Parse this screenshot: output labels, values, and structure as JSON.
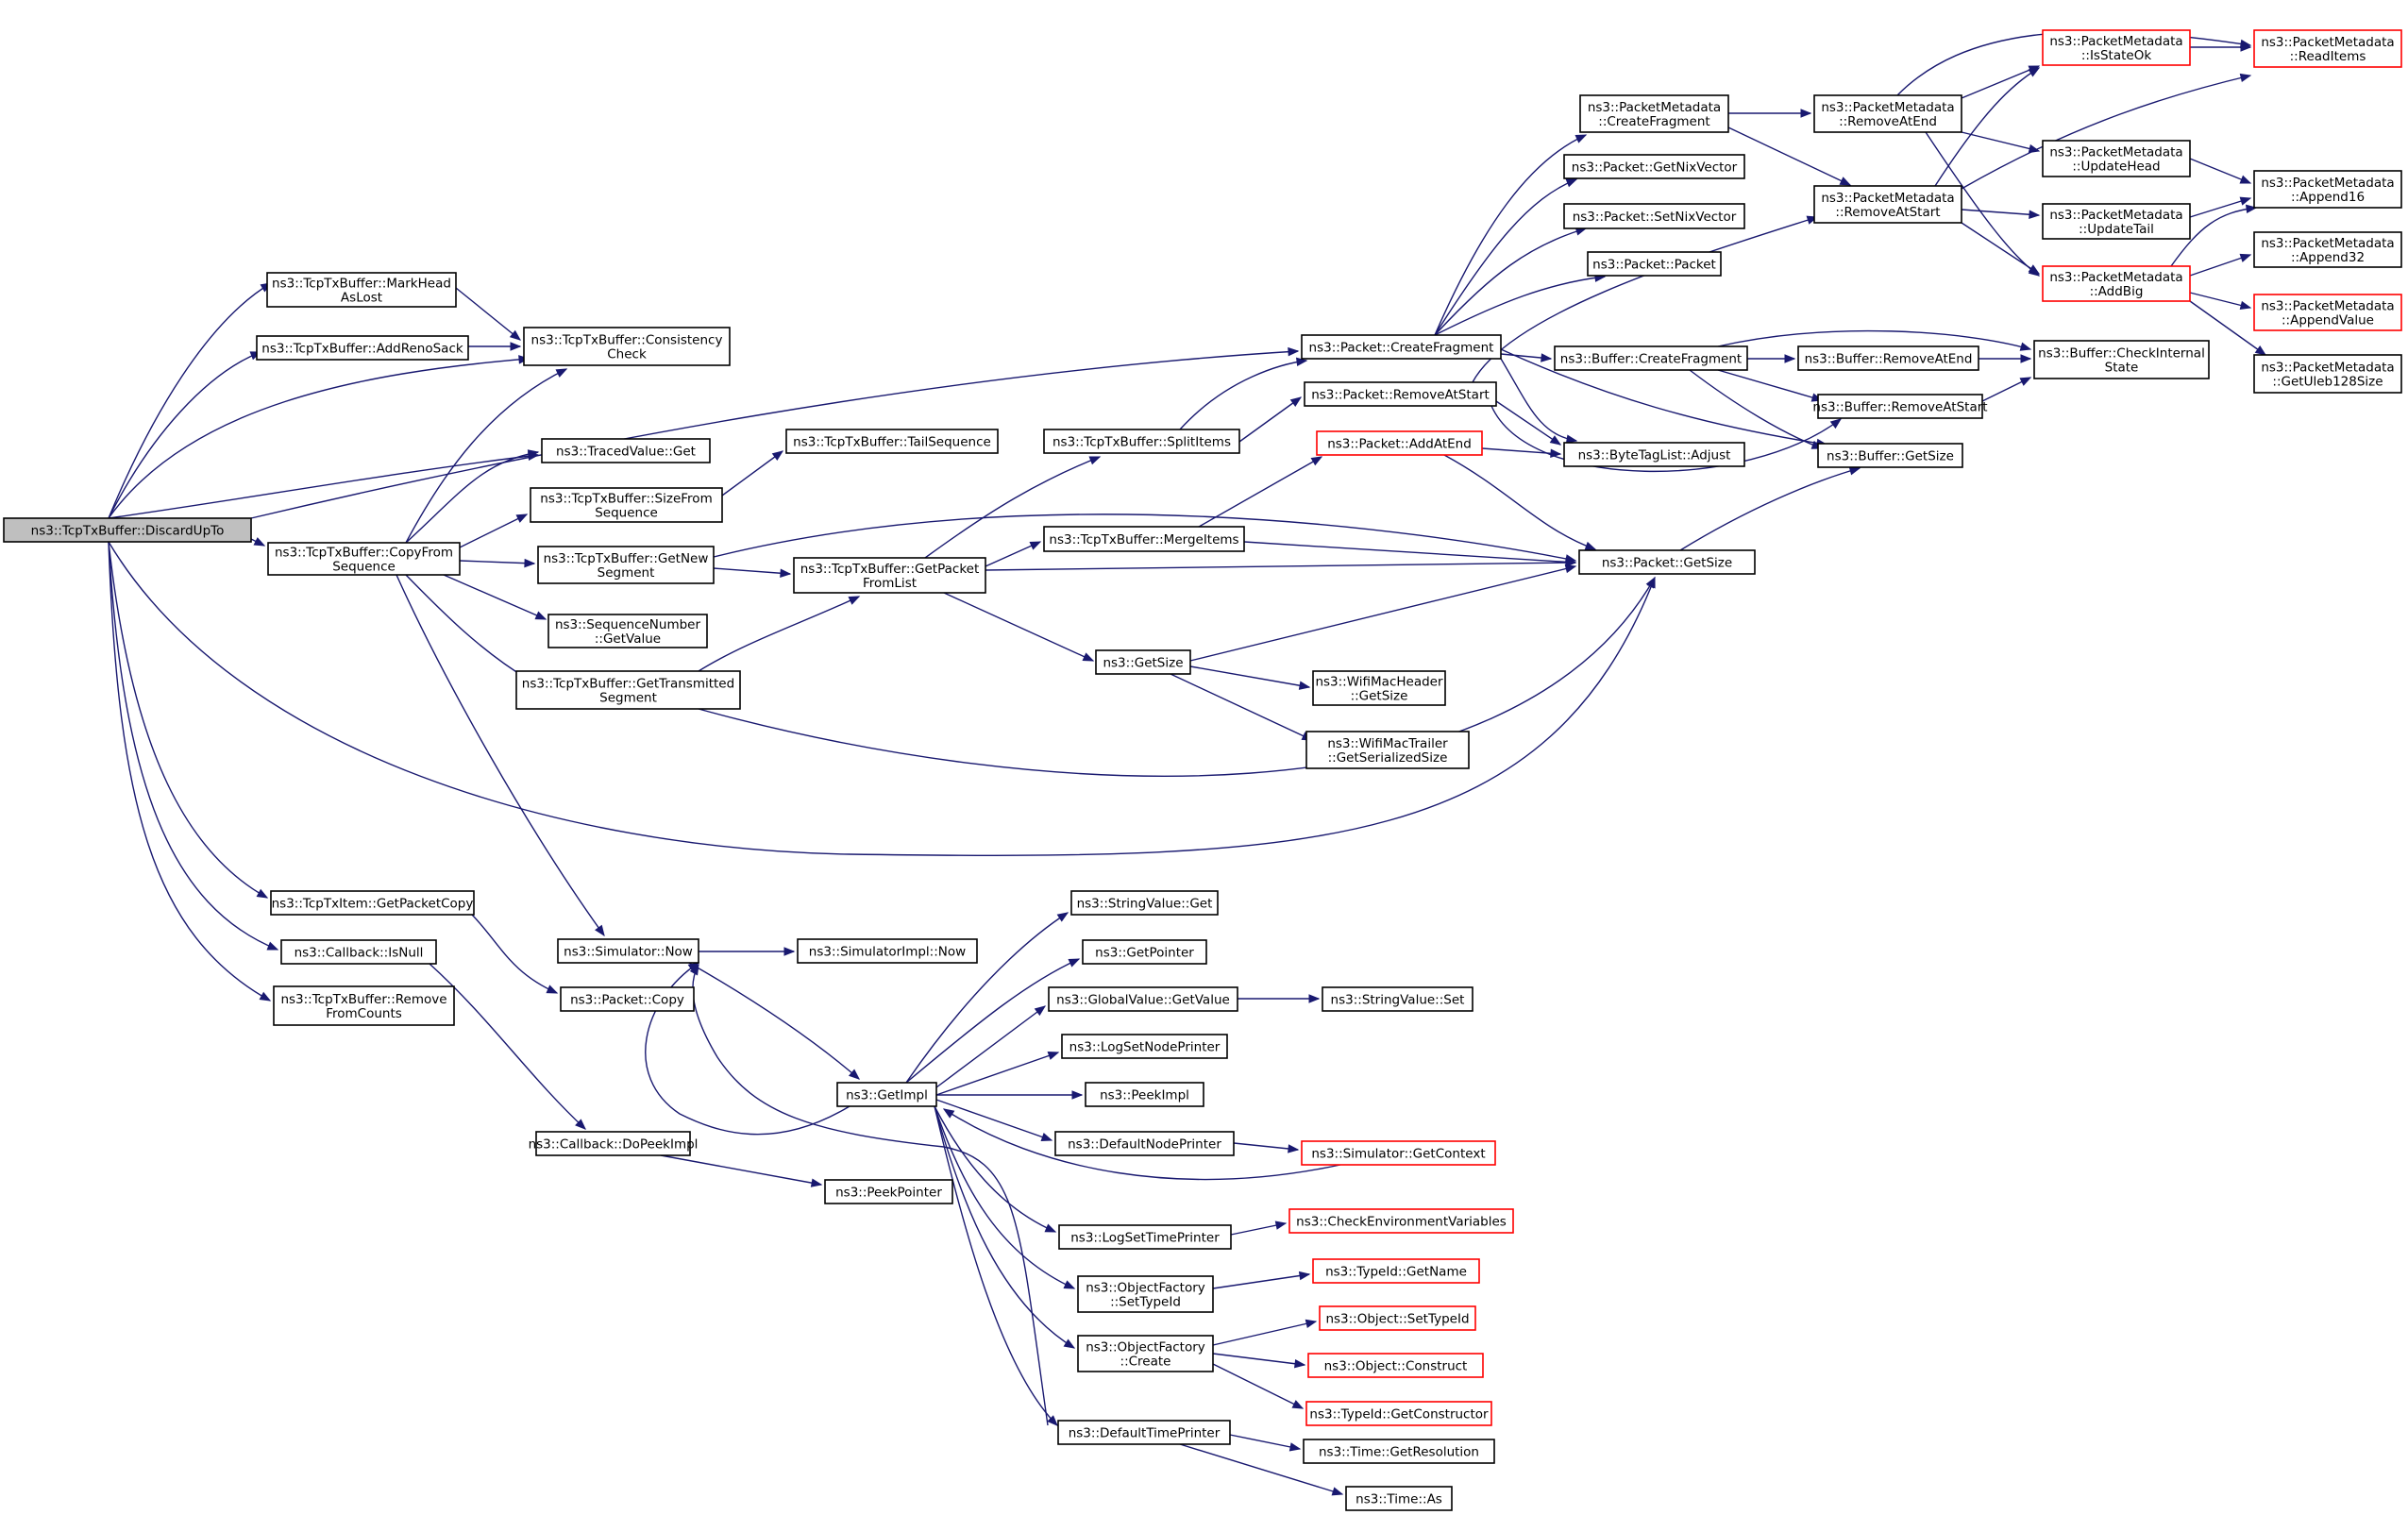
{
  "colors": {
    "edge": "#191970",
    "node_border": "#000000",
    "truncated_border": "#ff0000",
    "root_fill": "#bfbfbf",
    "node_fill": "#ffffff"
  },
  "nodes": [
    {
      "id": "discard",
      "lines": [
        "ns3::TcpTxBuffer::DiscardUpTo"
      ],
      "root": true
    },
    {
      "id": "markhead",
      "lines": [
        "ns3::TcpTxBuffer::MarkHead",
        "AsLost"
      ]
    },
    {
      "id": "addreno",
      "lines": [
        "ns3::TcpTxBuffer::AddRenoSack"
      ]
    },
    {
      "id": "consistency",
      "lines": [
        "ns3::TcpTxBuffer::Consistency",
        "Check"
      ]
    },
    {
      "id": "tracedget",
      "lines": [
        "ns3::TracedValue::Get"
      ]
    },
    {
      "id": "copyfrom",
      "lines": [
        "ns3::TcpTxBuffer::CopyFrom",
        "Sequence"
      ]
    },
    {
      "id": "sizefrom",
      "lines": [
        "ns3::TcpTxBuffer::SizeFrom",
        "Sequence"
      ]
    },
    {
      "id": "tailseq",
      "lines": [
        "ns3::TcpTxBuffer::TailSequence"
      ]
    },
    {
      "id": "getnew",
      "lines": [
        "ns3::TcpTxBuffer::GetNew",
        "Segment"
      ]
    },
    {
      "id": "seqnum",
      "lines": [
        "ns3::SequenceNumber",
        "::GetValue"
      ]
    },
    {
      "id": "gettrans",
      "lines": [
        "ns3::TcpTxBuffer::GetTransmitted",
        "Segment"
      ]
    },
    {
      "id": "getpacket",
      "lines": [
        "ns3::TcpTxBuffer::GetPacket",
        "FromList"
      ]
    },
    {
      "id": "splititems",
      "lines": [
        "ns3::TcpTxBuffer::SplitItems"
      ]
    },
    {
      "id": "mergeitems",
      "lines": [
        "ns3::TcpTxBuffer::MergeItems"
      ]
    },
    {
      "id": "getsize",
      "lines": [
        "ns3::GetSize"
      ]
    },
    {
      "id": "wifiheader",
      "lines": [
        "ns3::WifiMacHeader",
        "::GetSize"
      ]
    },
    {
      "id": "wifitrailer",
      "lines": [
        "ns3::WifiMacTrailer",
        "::GetSerializedSize"
      ]
    },
    {
      "id": "pktcreatefrag",
      "lines": [
        "ns3::Packet::CreateFragment"
      ]
    },
    {
      "id": "pktremovestart",
      "lines": [
        "ns3::Packet::RemoveAtStart"
      ]
    },
    {
      "id": "pktaddatend",
      "lines": [
        "ns3::Packet::AddAtEnd"
      ],
      "truncated": true
    },
    {
      "id": "pktgetsize",
      "lines": [
        "ns3::Packet::GetSize"
      ]
    },
    {
      "id": "pmcreatefrag",
      "lines": [
        "ns3::PacketMetadata",
        "::CreateFragment"
      ]
    },
    {
      "id": "getnix",
      "lines": [
        "ns3::Packet::GetNixVector"
      ]
    },
    {
      "id": "setnix",
      "lines": [
        "ns3::Packet::SetNixVector"
      ]
    },
    {
      "id": "pktpacket",
      "lines": [
        "ns3::Packet::Packet"
      ]
    },
    {
      "id": "bufcreatefrag",
      "lines": [
        "ns3::Buffer::CreateFragment"
      ]
    },
    {
      "id": "bytetag",
      "lines": [
        "ns3::ByteTagList::Adjust"
      ]
    },
    {
      "id": "pmremoveend",
      "lines": [
        "ns3::PacketMetadata",
        "::RemoveAtEnd"
      ]
    },
    {
      "id": "pmremovestart",
      "lines": [
        "ns3::PacketMetadata",
        "::RemoveAtStart"
      ]
    },
    {
      "id": "bufremoveend",
      "lines": [
        "ns3::Buffer::RemoveAtEnd"
      ]
    },
    {
      "id": "bufremovestart",
      "lines": [
        "ns3::Buffer::RemoveAtStart"
      ]
    },
    {
      "id": "bufgetsize",
      "lines": [
        "ns3::Buffer::GetSize"
      ]
    },
    {
      "id": "isstateok",
      "lines": [
        "ns3::PacketMetadata",
        "::IsStateOk"
      ],
      "truncated": true
    },
    {
      "id": "updatehead",
      "lines": [
        "ns3::PacketMetadata",
        "::UpdateHead"
      ]
    },
    {
      "id": "updatetail",
      "lines": [
        "ns3::PacketMetadata",
        "::UpdateTail"
      ]
    },
    {
      "id": "addbig",
      "lines": [
        "ns3::PacketMetadata",
        "::AddBig"
      ],
      "truncated": true
    },
    {
      "id": "bufcheck",
      "lines": [
        "ns3::Buffer::CheckInternal",
        "State"
      ]
    },
    {
      "id": "readitems",
      "lines": [
        "ns3::PacketMetadata",
        "::ReadItems"
      ],
      "truncated": true
    },
    {
      "id": "append16",
      "lines": [
        "ns3::PacketMetadata",
        "::Append16"
      ]
    },
    {
      "id": "append32",
      "lines": [
        "ns3::PacketMetadata",
        "::Append32"
      ]
    },
    {
      "id": "appendvalue",
      "lines": [
        "ns3::PacketMetadata",
        "::AppendValue"
      ],
      "truncated": true
    },
    {
      "id": "getuleb",
      "lines": [
        "ns3::PacketMetadata",
        "::GetUleb128Size"
      ]
    },
    {
      "id": "txitemcopy",
      "lines": [
        "ns3::TcpTxItem::GetPacketCopy"
      ]
    },
    {
      "id": "callbackisnull",
      "lines": [
        "ns3::Callback::IsNull"
      ]
    },
    {
      "id": "removecounts",
      "lines": [
        "ns3::TcpTxBuffer::Remove",
        "FromCounts"
      ]
    },
    {
      "id": "simnow",
      "lines": [
        "ns3::Simulator::Now"
      ]
    },
    {
      "id": "simimplnow",
      "lines": [
        "ns3::SimulatorImpl::Now"
      ]
    },
    {
      "id": "pktcopy",
      "lines": [
        "ns3::Packet::Copy"
      ]
    },
    {
      "id": "dopeek",
      "lines": [
        "ns3::Callback::DoPeekImpl"
      ]
    },
    {
      "id": "peekpointer",
      "lines": [
        "ns3::PeekPointer"
      ]
    },
    {
      "id": "getimpl",
      "lines": [
        "ns3::GetImpl"
      ]
    },
    {
      "id": "strget",
      "lines": [
        "ns3::StringValue::Get"
      ]
    },
    {
      "id": "getpointer",
      "lines": [
        "ns3::GetPointer"
      ]
    },
    {
      "id": "globalget",
      "lines": [
        "ns3::GlobalValue::GetValue"
      ]
    },
    {
      "id": "strset",
      "lines": [
        "ns3::StringValue::Set"
      ]
    },
    {
      "id": "logsetnode",
      "lines": [
        "ns3::LogSetNodePrinter"
      ]
    },
    {
      "id": "peekimpl",
      "lines": [
        "ns3::PeekImpl"
      ]
    },
    {
      "id": "defnode",
      "lines": [
        "ns3::DefaultNodePrinter"
      ]
    },
    {
      "id": "simctx",
      "lines": [
        "ns3::Simulator::GetContext"
      ],
      "truncated": true
    },
    {
      "id": "logsettime",
      "lines": [
        "ns3::LogSetTimePrinter"
      ]
    },
    {
      "id": "checkenv",
      "lines": [
        "ns3::CheckEnvironmentVariables"
      ],
      "truncated": true
    },
    {
      "id": "ofsettype",
      "lines": [
        "ns3::ObjectFactory",
        "::SetTypeId"
      ]
    },
    {
      "id": "typegetname",
      "lines": [
        "ns3::TypeId::GetName"
      ],
      "truncated": true
    },
    {
      "id": "ofcreate",
      "lines": [
        "ns3::ObjectFactory",
        "::Create"
      ]
    },
    {
      "id": "objsettype",
      "lines": [
        "ns3::Object::SetTypeId"
      ],
      "truncated": true
    },
    {
      "id": "objconstruct",
      "lines": [
        "ns3::Object::Construct"
      ],
      "truncated": true
    },
    {
      "id": "typegetctor",
      "lines": [
        "ns3::TypeId::GetConstructor"
      ],
      "truncated": true
    },
    {
      "id": "deftime",
      "lines": [
        "ns3::DefaultTimePrinter"
      ]
    },
    {
      "id": "timeres",
      "lines": [
        "ns3::Time::GetResolution"
      ]
    },
    {
      "id": "timeas",
      "lines": [
        "ns3::Time::As"
      ]
    }
  ]
}
